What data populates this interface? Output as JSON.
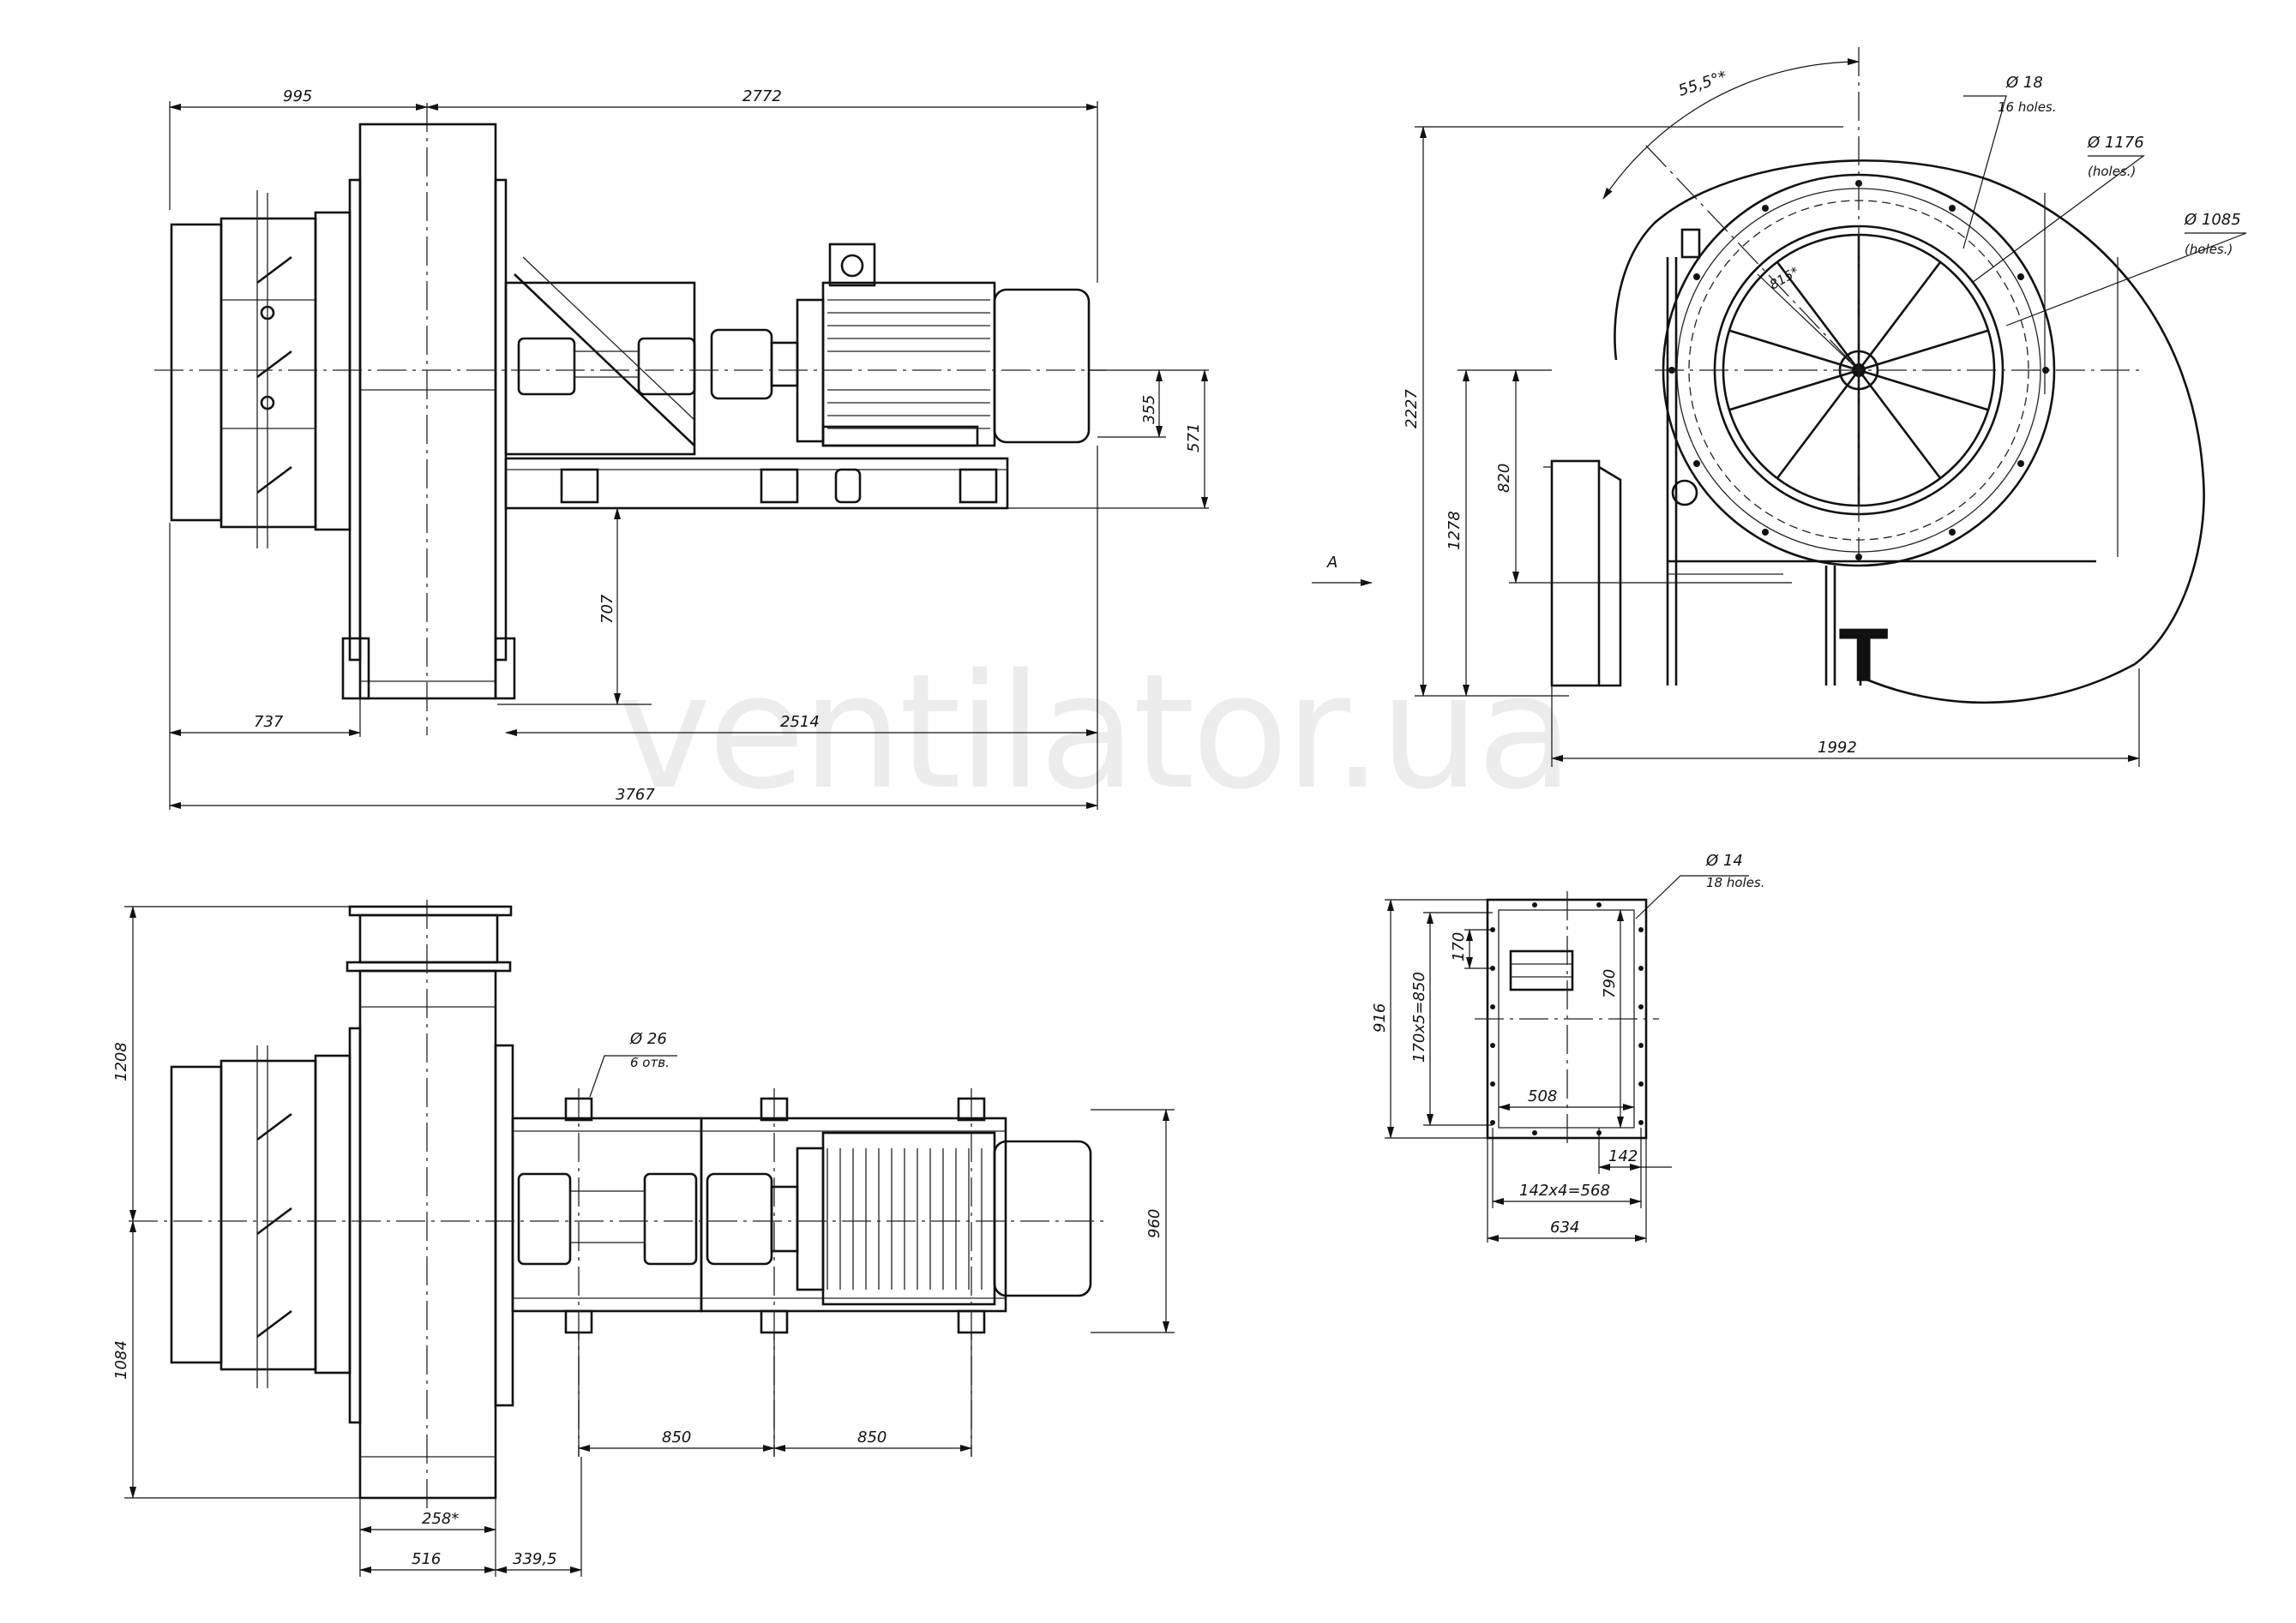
{
  "watermark": "ventilator.ua",
  "views": {
    "side": {
      "dims": {
        "top_left": "995",
        "top_right": "2772",
        "h_355": "355",
        "h_571": "571",
        "h_707": "707",
        "bottom_left": "737",
        "bottom_mid": "2514",
        "overall": "3767"
      }
    },
    "front": {
      "angle": "55,5°*",
      "d18": "Ø 18",
      "d18_note": "16 holes.",
      "d1176": "Ø 1176",
      "d1176_note": "(holes.)",
      "d1085": "Ø 1085",
      "d1085_note": "(holes.)",
      "inner_dim": "815*",
      "arrow_label": "A",
      "h_2227": "2227",
      "h_1278": "1278",
      "h_820": "820",
      "width": "1992",
      "outlet_mark": "T"
    },
    "plan": {
      "h_1208": "1208",
      "h_1084": "1084",
      "hole_d": "Ø 26",
      "hole_note": "6 отв.",
      "w_960": "960",
      "span1": "850",
      "span2": "850",
      "gap": "258*",
      "b_516": "516",
      "b_339": "339,5"
    },
    "flange": {
      "hole_d": "Ø 14",
      "hole_note": "18 holes.",
      "h_916": "916",
      "h_850": "170x5=850",
      "h_170": "170",
      "h_790": "790",
      "w_508": "508",
      "w_142": "142",
      "w_568": "142x4=568",
      "w_634": "634"
    }
  }
}
